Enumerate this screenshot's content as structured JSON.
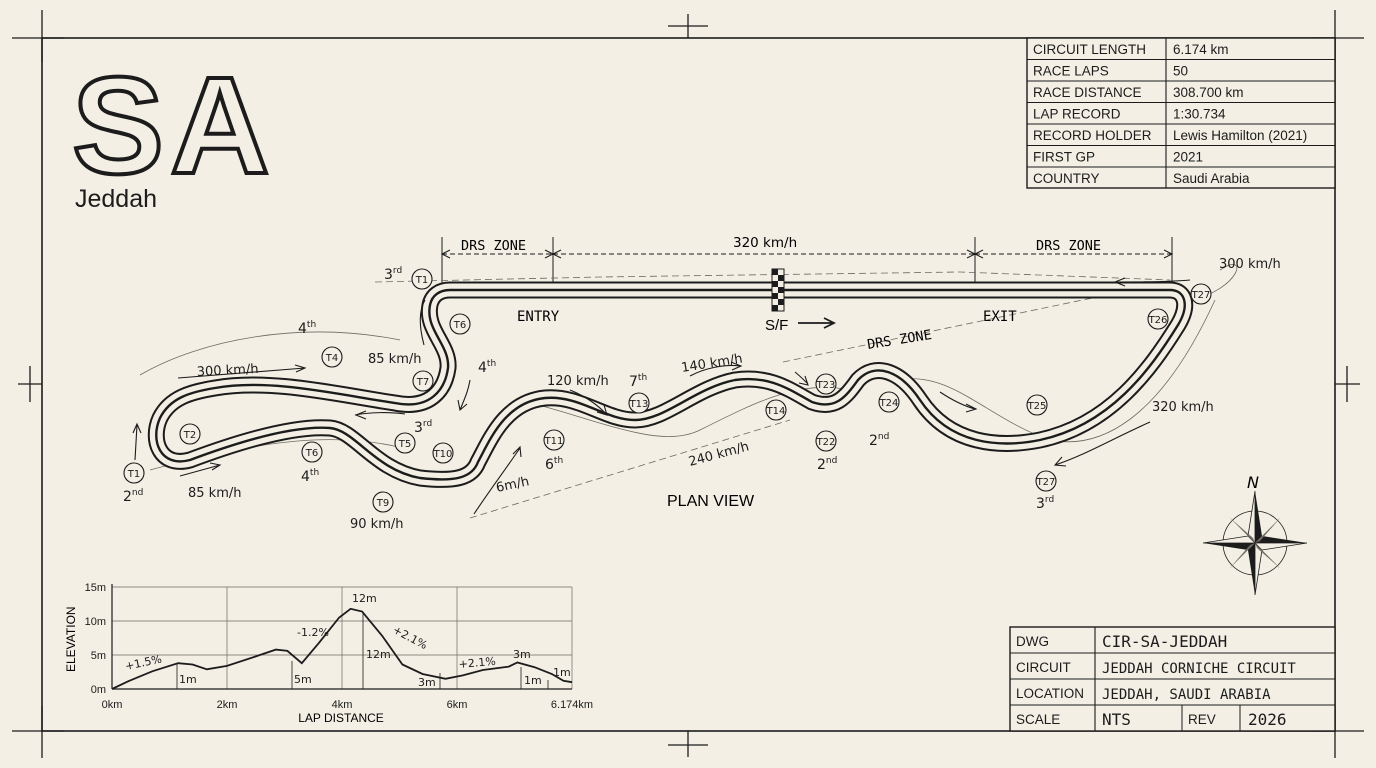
{
  "header": {
    "code": "SA",
    "city": "Jeddah"
  },
  "specs": [
    {
      "label": "CIRCUIT LENGTH",
      "value": "6.174 km"
    },
    {
      "label": "RACE LAPS",
      "value": "50"
    },
    {
      "label": "RACE DISTANCE",
      "value": "308.700 km"
    },
    {
      "label": "LAP RECORD",
      "value": "1:30.734"
    },
    {
      "label": "RECORD HOLDER",
      "value": "Lewis Hamilton (2021)"
    },
    {
      "label": "FIRST GP",
      "value": "2021"
    },
    {
      "label": "COUNTRY",
      "value": "Saudi Arabia"
    }
  ],
  "map": {
    "drs_zone": "DRS ZONE",
    "entry": "ENTRY",
    "exit": "EXIT",
    "start_finish": "S/F",
    "plan_view": "PLAN VIEW",
    "north": "N",
    "turns": [
      "T1",
      "T2",
      "T4",
      "T5",
      "T6",
      "T7",
      "T9",
      "T10",
      "T11",
      "T13",
      "T14",
      "T22",
      "T23",
      "T24",
      "T25",
      "T26",
      "T27"
    ],
    "speeds": {
      "s320_top": "320 km/h",
      "s300_right": "300 km/h",
      "s300_left": "300 km/h",
      "s85_t7": "85 km/h",
      "s85_t1": "85 km/h",
      "s90": "90 km/h",
      "s120": "120 km/h",
      "s140": "140 km/h",
      "s240": "240 km/h",
      "s320_right": "320 km/h",
      "s6m": "6m/h"
    },
    "gears": {
      "g3": "3",
      "g4": "4",
      "g2": "2",
      "g6": "6",
      "g7": "7",
      "sup_nd": "nd",
      "sup_rd": "rd",
      "sup_th": "th"
    }
  },
  "elevation": {
    "ylabel": "ELEVATION",
    "xlabel": "LAP DISTANCE",
    "y_ticks": [
      "0m",
      "5m",
      "10m",
      "15m"
    ],
    "x_ticks": [
      "0km",
      "2km",
      "4km",
      "6km",
      "6.174km"
    ],
    "annotations": [
      "+1.5%",
      "1m",
      "5m",
      "-1.2%",
      "12m",
      "12m",
      "+2.1%",
      "3m",
      "+2.1%",
      "3m",
      "1m",
      "1m"
    ],
    "profile": [
      [
        0,
        0
      ],
      [
        0.3,
        1.2
      ],
      [
        0.7,
        2.6
      ],
      [
        1.15,
        3.8
      ],
      [
        1.4,
        3.6
      ],
      [
        1.65,
        2.9
      ],
      [
        2.0,
        3.4
      ],
      [
        2.5,
        4.8
      ],
      [
        2.85,
        5.8
      ],
      [
        3.05,
        5.6
      ],
      [
        3.3,
        3.8
      ],
      [
        3.6,
        6.8
      ],
      [
        3.95,
        10.5
      ],
      [
        4.15,
        11.8
      ],
      [
        4.35,
        11.4
      ],
      [
        4.7,
        7.8
      ],
      [
        5.05,
        3.6
      ],
      [
        5.4,
        2.2
      ],
      [
        5.8,
        1.5
      ],
      [
        6.1,
        2.0
      ],
      [
        6.45,
        2.8
      ],
      [
        6.9,
        3.3
      ],
      [
        7.05,
        3.9
      ],
      [
        7.35,
        3.2
      ],
      [
        7.65,
        2.2
      ],
      [
        7.85,
        1.2
      ],
      [
        8.0,
        1.0
      ]
    ]
  },
  "title_block": [
    {
      "label": "DWG",
      "value": "CIR-SA-JEDDAH"
    },
    {
      "label": "CIRCUIT",
      "value": "JEDDAH CORNICHE CIRCUIT"
    },
    {
      "label": "LOCATION",
      "value": "JEDDAH, SAUDI ARABIA"
    },
    {
      "label": "SCALE",
      "value": "NTS",
      "label2": "REV",
      "value2": "2026"
    }
  ],
  "colors": {
    "paper": "#f3efe4",
    "ink": "#1c1c1c",
    "faint": "#6e6a62"
  }
}
